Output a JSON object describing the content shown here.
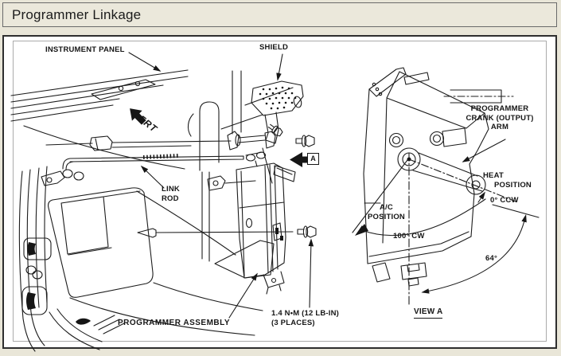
{
  "window": {
    "title": "Programmer Linkage"
  },
  "colors": {
    "page_background": "#e9e6d8",
    "panel_background": "#ffffff",
    "ink": "#1c1c1c"
  },
  "figure": {
    "main_view": {
      "labels": {
        "instrument_panel": "INSTRUMENT PANEL",
        "shield": "SHIELD",
        "frt": "FRT",
        "link_rod": {
          "line1": "LINK",
          "line2": "ROD"
        },
        "programmer_assembly": "PROGRAMMER ASSEMBLY",
        "torque_note": {
          "line1": "1.4 N•M (12 LB-IN)",
          "line2": "(3 PLACES)"
        },
        "detail_ref": "A"
      }
    },
    "detail_view": {
      "labels": {
        "crank_arm": {
          "line1": "PROGRAMMER",
          "line2": "CRANK (OUTPUT)",
          "line3": "ARM"
        },
        "heat_position": {
          "line1": "HEAT",
          "line2": "POSITION"
        },
        "ac_position": {
          "line1": "A/C",
          "line2": "POSITION"
        },
        "ccw": "0° CCW",
        "cw": "100° CW",
        "sweep_angle": "64°",
        "caption": "VIEW A"
      }
    }
  }
}
